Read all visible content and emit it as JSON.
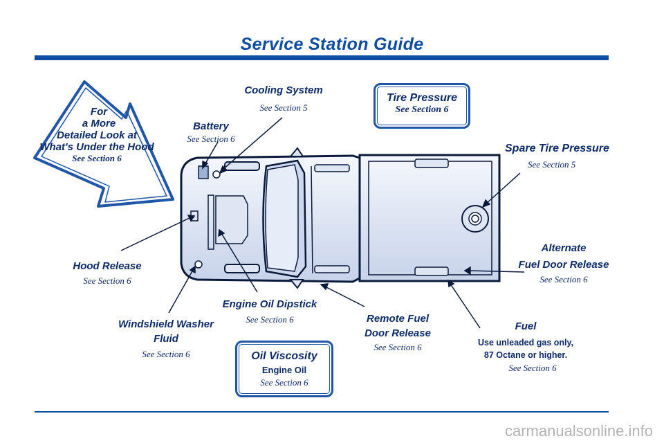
{
  "header": {
    "title": "Service Station Guide"
  },
  "colors": {
    "accent": "#0d4ea3",
    "text": "#0b2a66",
    "truck_fill": "#dfe6f3",
    "truck_outline": "#0a1a3a"
  },
  "callouts": {
    "hood_arrow": {
      "line1": "For",
      "line2": "a More",
      "line3": "Detailed Look at",
      "line4": "What's Under the Hood",
      "ref": "See Section 6"
    },
    "cooling": {
      "label": "Cooling System",
      "ref": "See Section 5"
    },
    "battery": {
      "label": "Battery",
      "ref": "See Section 6"
    },
    "tire_pressure": {
      "label": "Tire Pressure",
      "ref": "See Section 6"
    },
    "spare_tire": {
      "label": "Spare Tire Pressure",
      "ref": "See Section 5"
    },
    "alt_fuel_door": {
      "line1": "Alternate",
      "line2": "Fuel Door Release",
      "ref": "See Section 6"
    },
    "hood_release": {
      "label": "Hood Release",
      "ref": "See Section 6"
    },
    "engine_oil_dipstick": {
      "label": "Engine Oil Dipstick",
      "ref": "See Section 6"
    },
    "remote_fuel": {
      "line1": "Remote Fuel",
      "line2": "Door Release",
      "ref": "See Section 6"
    },
    "fuel": {
      "label": "Fuel",
      "line1": "Use unleaded gas only,",
      "line2": "87 Octane or higher.",
      "ref": "See Section 6"
    },
    "washer": {
      "line1": "Windshield Washer",
      "line2": "Fluid",
      "ref": "See Section 6"
    },
    "oil_viscosity": {
      "label": "Oil Viscosity",
      "line1": "Engine Oil",
      "ref": "See Section 6"
    }
  },
  "watermark": "carmanualsonline.info"
}
